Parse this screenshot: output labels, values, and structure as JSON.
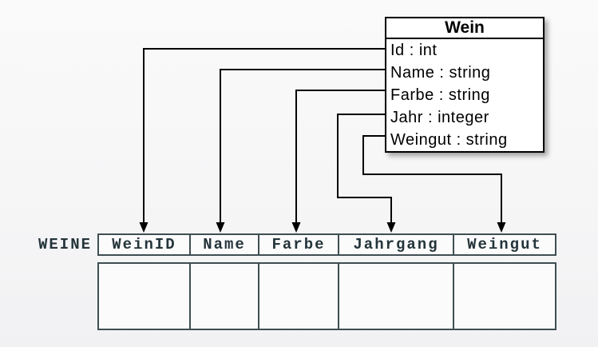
{
  "class_box": {
    "title": "Wein",
    "attributes": [
      {
        "label": "Id : int"
      },
      {
        "label": "Name : string"
      },
      {
        "label": "Farbe : string"
      },
      {
        "label": "Jahr : integer"
      },
      {
        "label": "Weingut : string"
      }
    ]
  },
  "table": {
    "label": "WEINE",
    "columns": [
      {
        "label": "WeinID"
      },
      {
        "label": "Name"
      },
      {
        "label": "Farbe"
      },
      {
        "label": "Jahrgang"
      },
      {
        "label": "Weingut"
      }
    ],
    "body_row_count": 1,
    "body_cells_empty": true
  },
  "mappings": [
    {
      "from": "Id",
      "to": "WeinID"
    },
    {
      "from": "Name",
      "to": "Name"
    },
    {
      "from": "Farbe",
      "to": "Farbe"
    },
    {
      "from": "Jahr",
      "to": "Jahrgang"
    },
    {
      "from": "Weingut",
      "to": "Weingut"
    }
  ],
  "colors": {
    "arrow": "#000000",
    "class_border": "#000000",
    "class_background": "#ffffff",
    "table_border": "#3f4e52",
    "table_text": "#24343a",
    "page_background": "#f6f6f7"
  }
}
